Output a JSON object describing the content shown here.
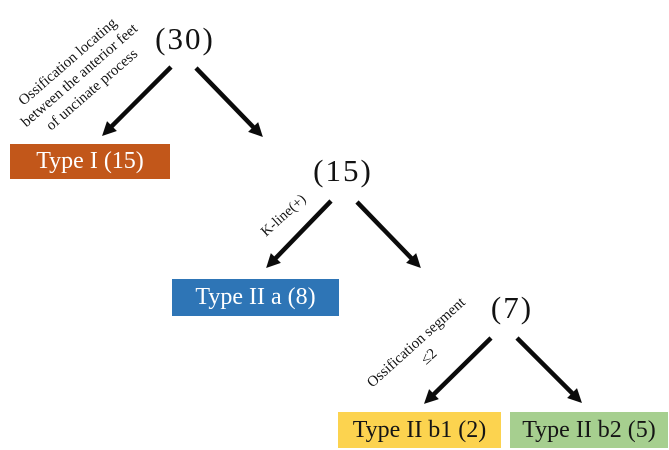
{
  "figure_type": "decision-tree-flowchart",
  "colors": {
    "background": "#ffffff",
    "arrow": "#0b0b0b",
    "type1_box": "#C2571A",
    "type2a_box": "#2E75B6",
    "type2b1_box": "#FCD34F",
    "type2b2_box": "#A6CF8F",
    "leaf_text_light": "#ffffff",
    "leaf_text_dark": "#151515"
  },
  "tree": {
    "root": {
      "count": "(30)",
      "condition": {
        "line1": "Ossification locating",
        "line2": "between the anterior feet",
        "line3": "of uncinate process"
      }
    },
    "level2": {
      "count": "(15)",
      "condition": "K-line(+)"
    },
    "level3": {
      "count": "(7)",
      "condition": {
        "line1": "Ossification segment",
        "line2": "≤2"
      }
    },
    "leaves": {
      "type1": {
        "label": "Type I (15)"
      },
      "type2a": {
        "label": "Type II a (8)"
      },
      "type2b1": {
        "label": "Type II b1 (2)"
      },
      "type2b2": {
        "label": "Type II b2 (5)"
      }
    }
  }
}
